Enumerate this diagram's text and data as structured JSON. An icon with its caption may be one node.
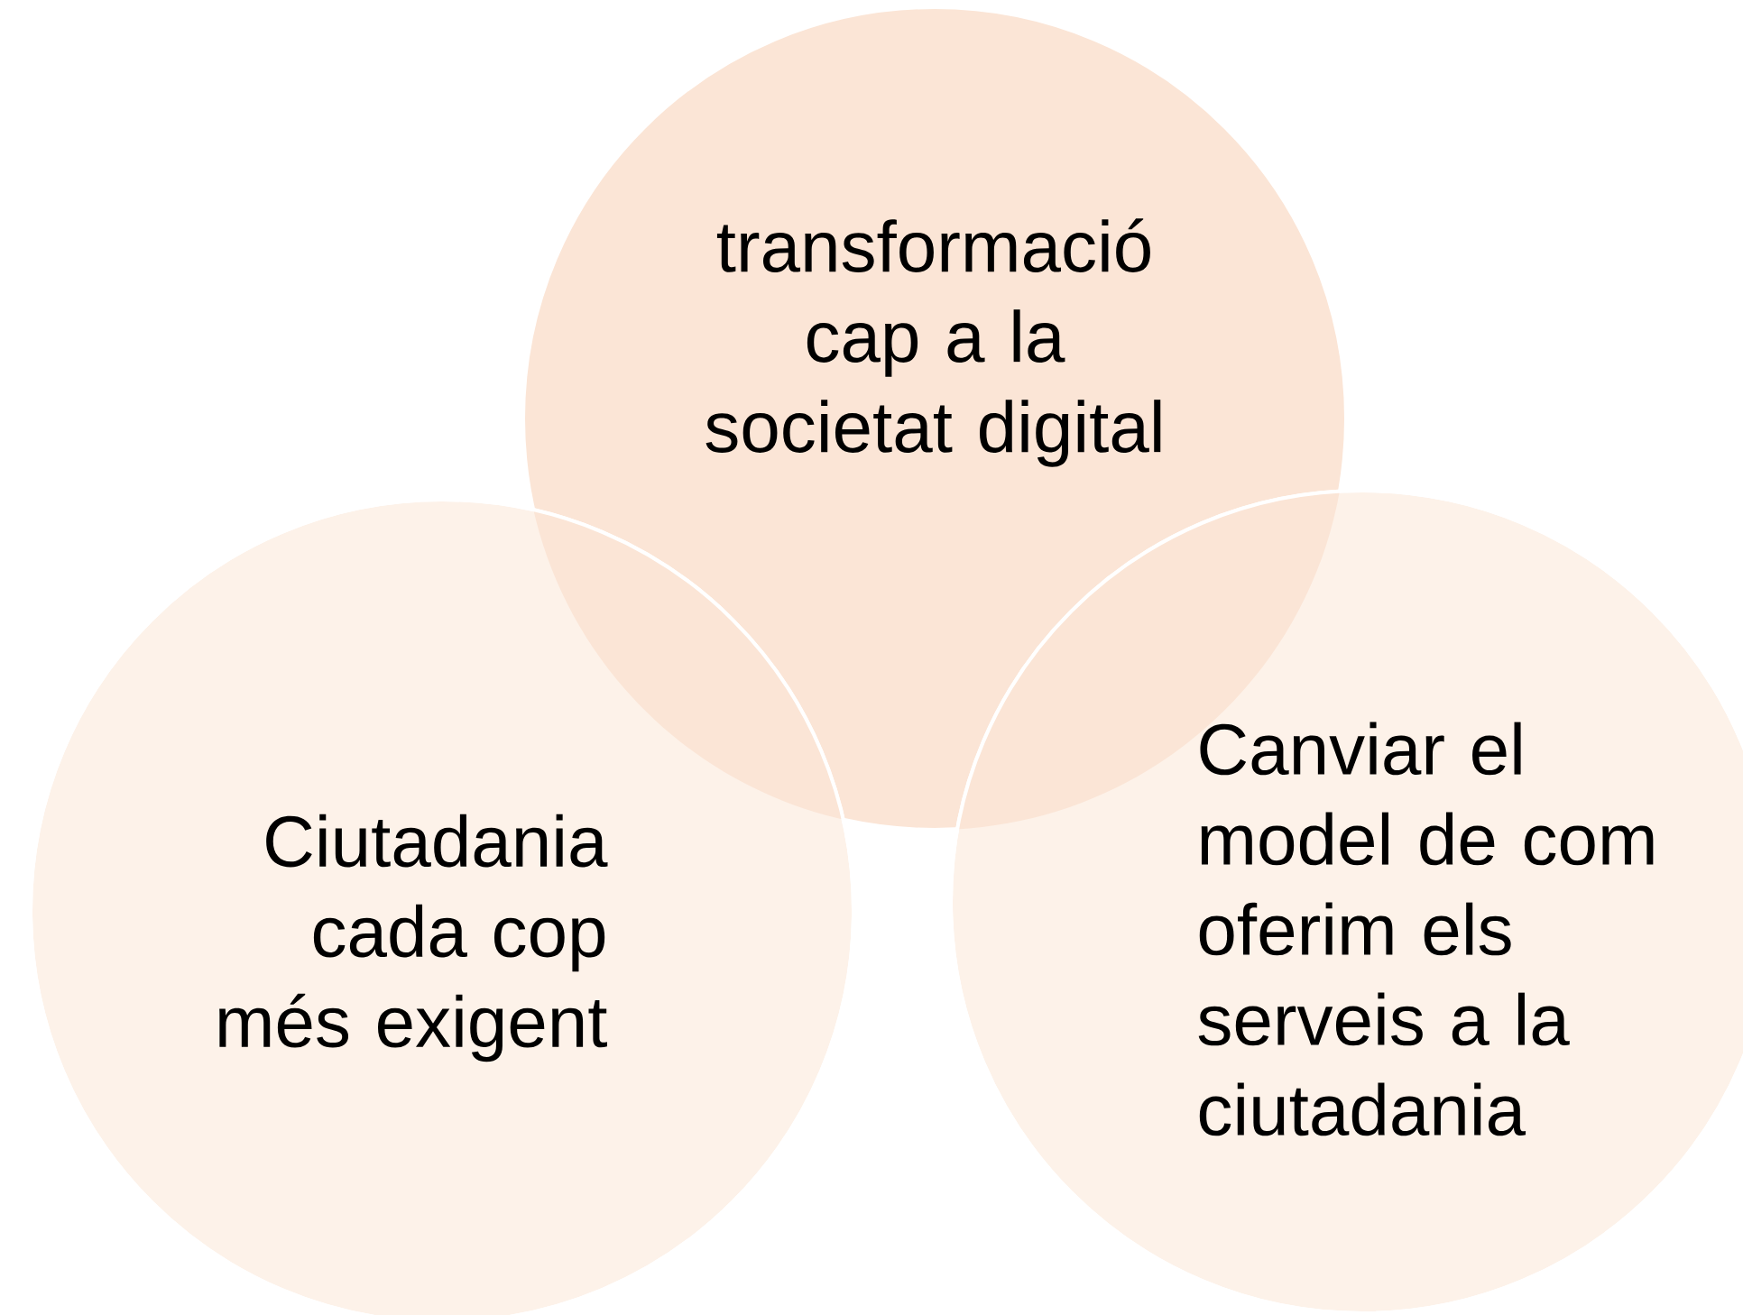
{
  "diagram": {
    "nodes": [
      {
        "text": [
          "transformació cap a la societat digital"
        ]
      },
      {
        "text": [
          "Ciutadania cada cop més exigent"
        ]
      },
      {
        "text": [
          "Canviar el model de com oferim els serveis a la ciutadania"
        ]
      }
    ]
  }
}
